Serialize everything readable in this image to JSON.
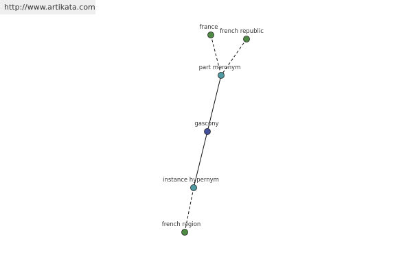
{
  "site": {
    "url": "http://www.artikata.com"
  },
  "colors": {
    "leaf_node": "#4f8a45",
    "relation_node": "#4f9aa2",
    "center_node": "#45509a",
    "edge": "#111111"
  },
  "graph": {
    "nodes": [
      {
        "id": "france",
        "label": "france",
        "kind": "leaf"
      },
      {
        "id": "french-republic",
        "label": "french republic",
        "kind": "leaf"
      },
      {
        "id": "part-meronym",
        "label": "part meronym",
        "kind": "relation"
      },
      {
        "id": "gascony",
        "label": "gascony",
        "kind": "center"
      },
      {
        "id": "instance-hypernym",
        "label": "instance hypernym",
        "kind": "relation"
      },
      {
        "id": "french-region",
        "label": "french region",
        "kind": "leaf"
      }
    ],
    "edges": [
      {
        "from": "france",
        "to": "part-meronym",
        "style": "dashed"
      },
      {
        "from": "french-republic",
        "to": "part-meronym",
        "style": "dashed"
      },
      {
        "from": "part-meronym",
        "to": "gascony",
        "style": "solid"
      },
      {
        "from": "gascony",
        "to": "instance-hypernym",
        "style": "solid"
      },
      {
        "from": "instance-hypernym",
        "to": "french-region",
        "style": "dashed"
      }
    ]
  }
}
